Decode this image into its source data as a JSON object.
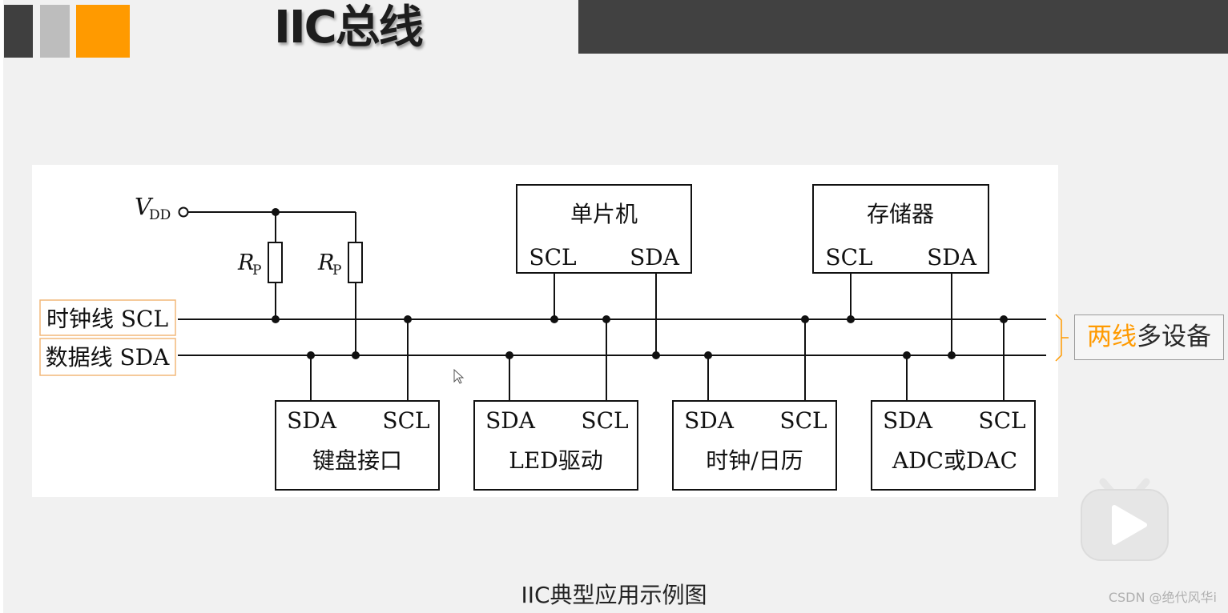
{
  "slide": {
    "title": "IIC总线",
    "caption": "IIC典型应用示例图",
    "callout_highlight": "两线",
    "callout_rest": "多设备",
    "watermark": "CSDN @绝代风华i"
  },
  "colors": {
    "accent": "#ff9a00",
    "dark_block": "#3f3f3f",
    "grey_block": "#bdbdbd",
    "top_bar": "#414141"
  },
  "diagram": {
    "vdd_main": "V",
    "vdd_sub": "DD",
    "rp_main": "R",
    "rp_sub": "P",
    "scl_line_label": "时钟线 SCL",
    "sda_line_label": "数据线 SDA",
    "upper_devices": [
      {
        "name": "单片机",
        "left_pin": "SCL",
        "right_pin": "SDA"
      },
      {
        "name": "存储器",
        "left_pin": "SCL",
        "right_pin": "SDA"
      }
    ],
    "lower_devices": [
      {
        "name": "键盘接口",
        "left_pin": "SDA",
        "right_pin": "SCL"
      },
      {
        "name": "LED驱动",
        "left_pin": "SDA",
        "right_pin": "SCL"
      },
      {
        "name": "时钟/日历",
        "left_pin": "SDA",
        "right_pin": "SCL"
      },
      {
        "name": "ADC或DAC",
        "left_pin": "SDA",
        "right_pin": "SCL"
      }
    ]
  },
  "icons": {
    "play": "play-icon",
    "cursor": "cursor-icon"
  }
}
